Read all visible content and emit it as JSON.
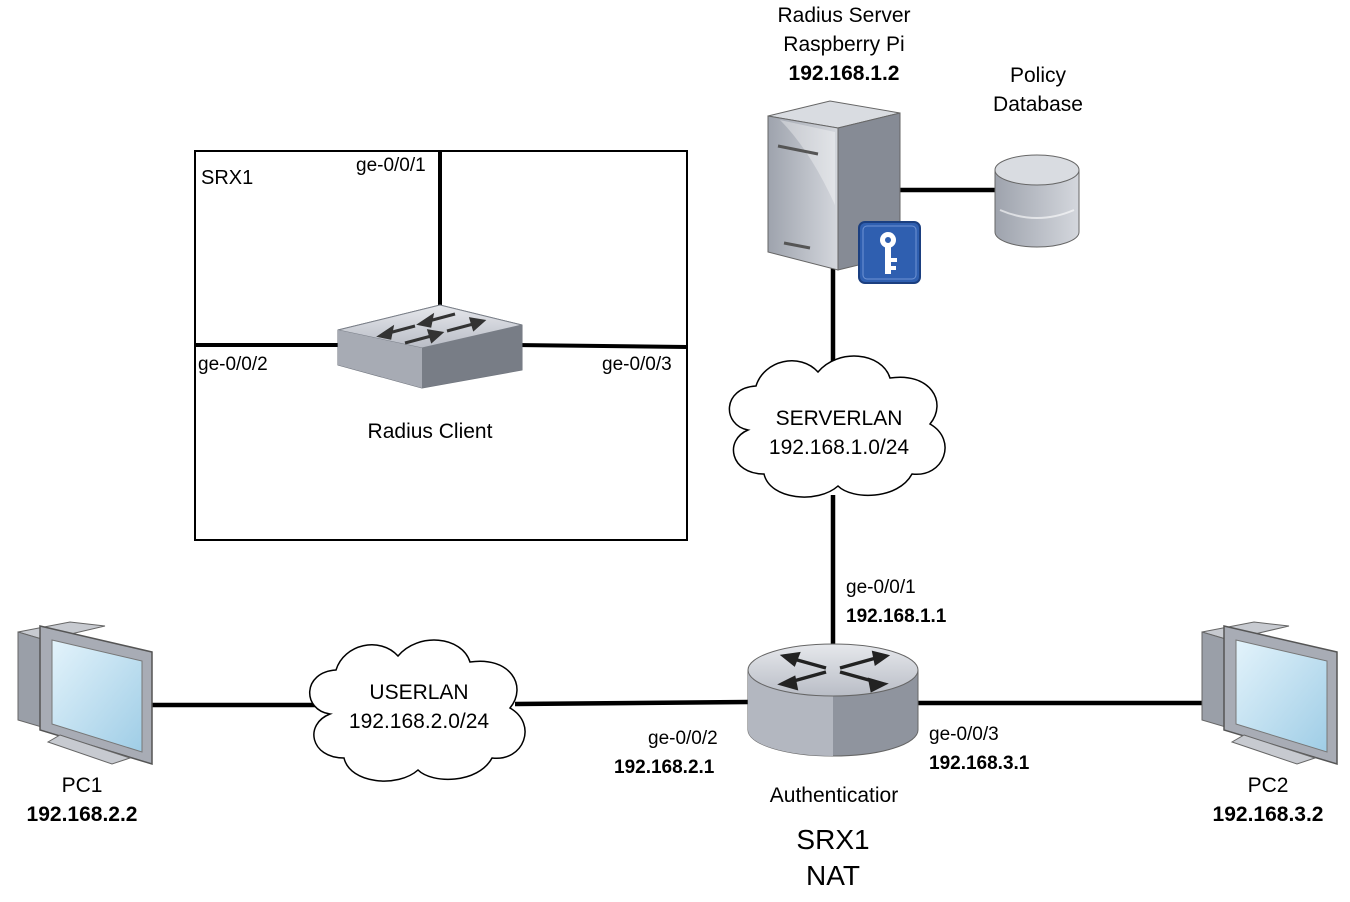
{
  "inset": {
    "title": "SRX1",
    "port_top": "ge-0/0/1",
    "port_left": "ge-0/0/2",
    "port_right": "ge-0/0/3",
    "device_label": "Radius Client"
  },
  "radius_server": {
    "line1": "Radius Server",
    "line2": "Raspberry Pi",
    "ip": "192.168.1.2"
  },
  "policy_db": {
    "line1": "Policy",
    "line2": "Database"
  },
  "serverlan": {
    "name": "SERVERLAN",
    "subnet": "192.168.1.0/24"
  },
  "userlan": {
    "name": "USERLAN",
    "subnet": "192.168.2.0/24"
  },
  "router": {
    "port1": "ge-0/0/1",
    "port1_ip": "192.168.1.1",
    "port2": "ge-0/0/2",
    "port2_ip": "192.168.2.1",
    "port3": "ge-0/0/3",
    "port3_ip": "192.168.3.1",
    "role": "Authenticatior",
    "name": "SRX1",
    "nat": "NAT"
  },
  "pc1": {
    "name": "PC1",
    "ip": "192.168.2.2"
  },
  "pc2": {
    "name": "PC2",
    "ip": "192.168.3.2"
  },
  "colors": {
    "line": "#000000",
    "device_gray": "#b8bcc5",
    "screen_blue": "#bfe0f2",
    "key_blue": "#2f5fb0"
  }
}
